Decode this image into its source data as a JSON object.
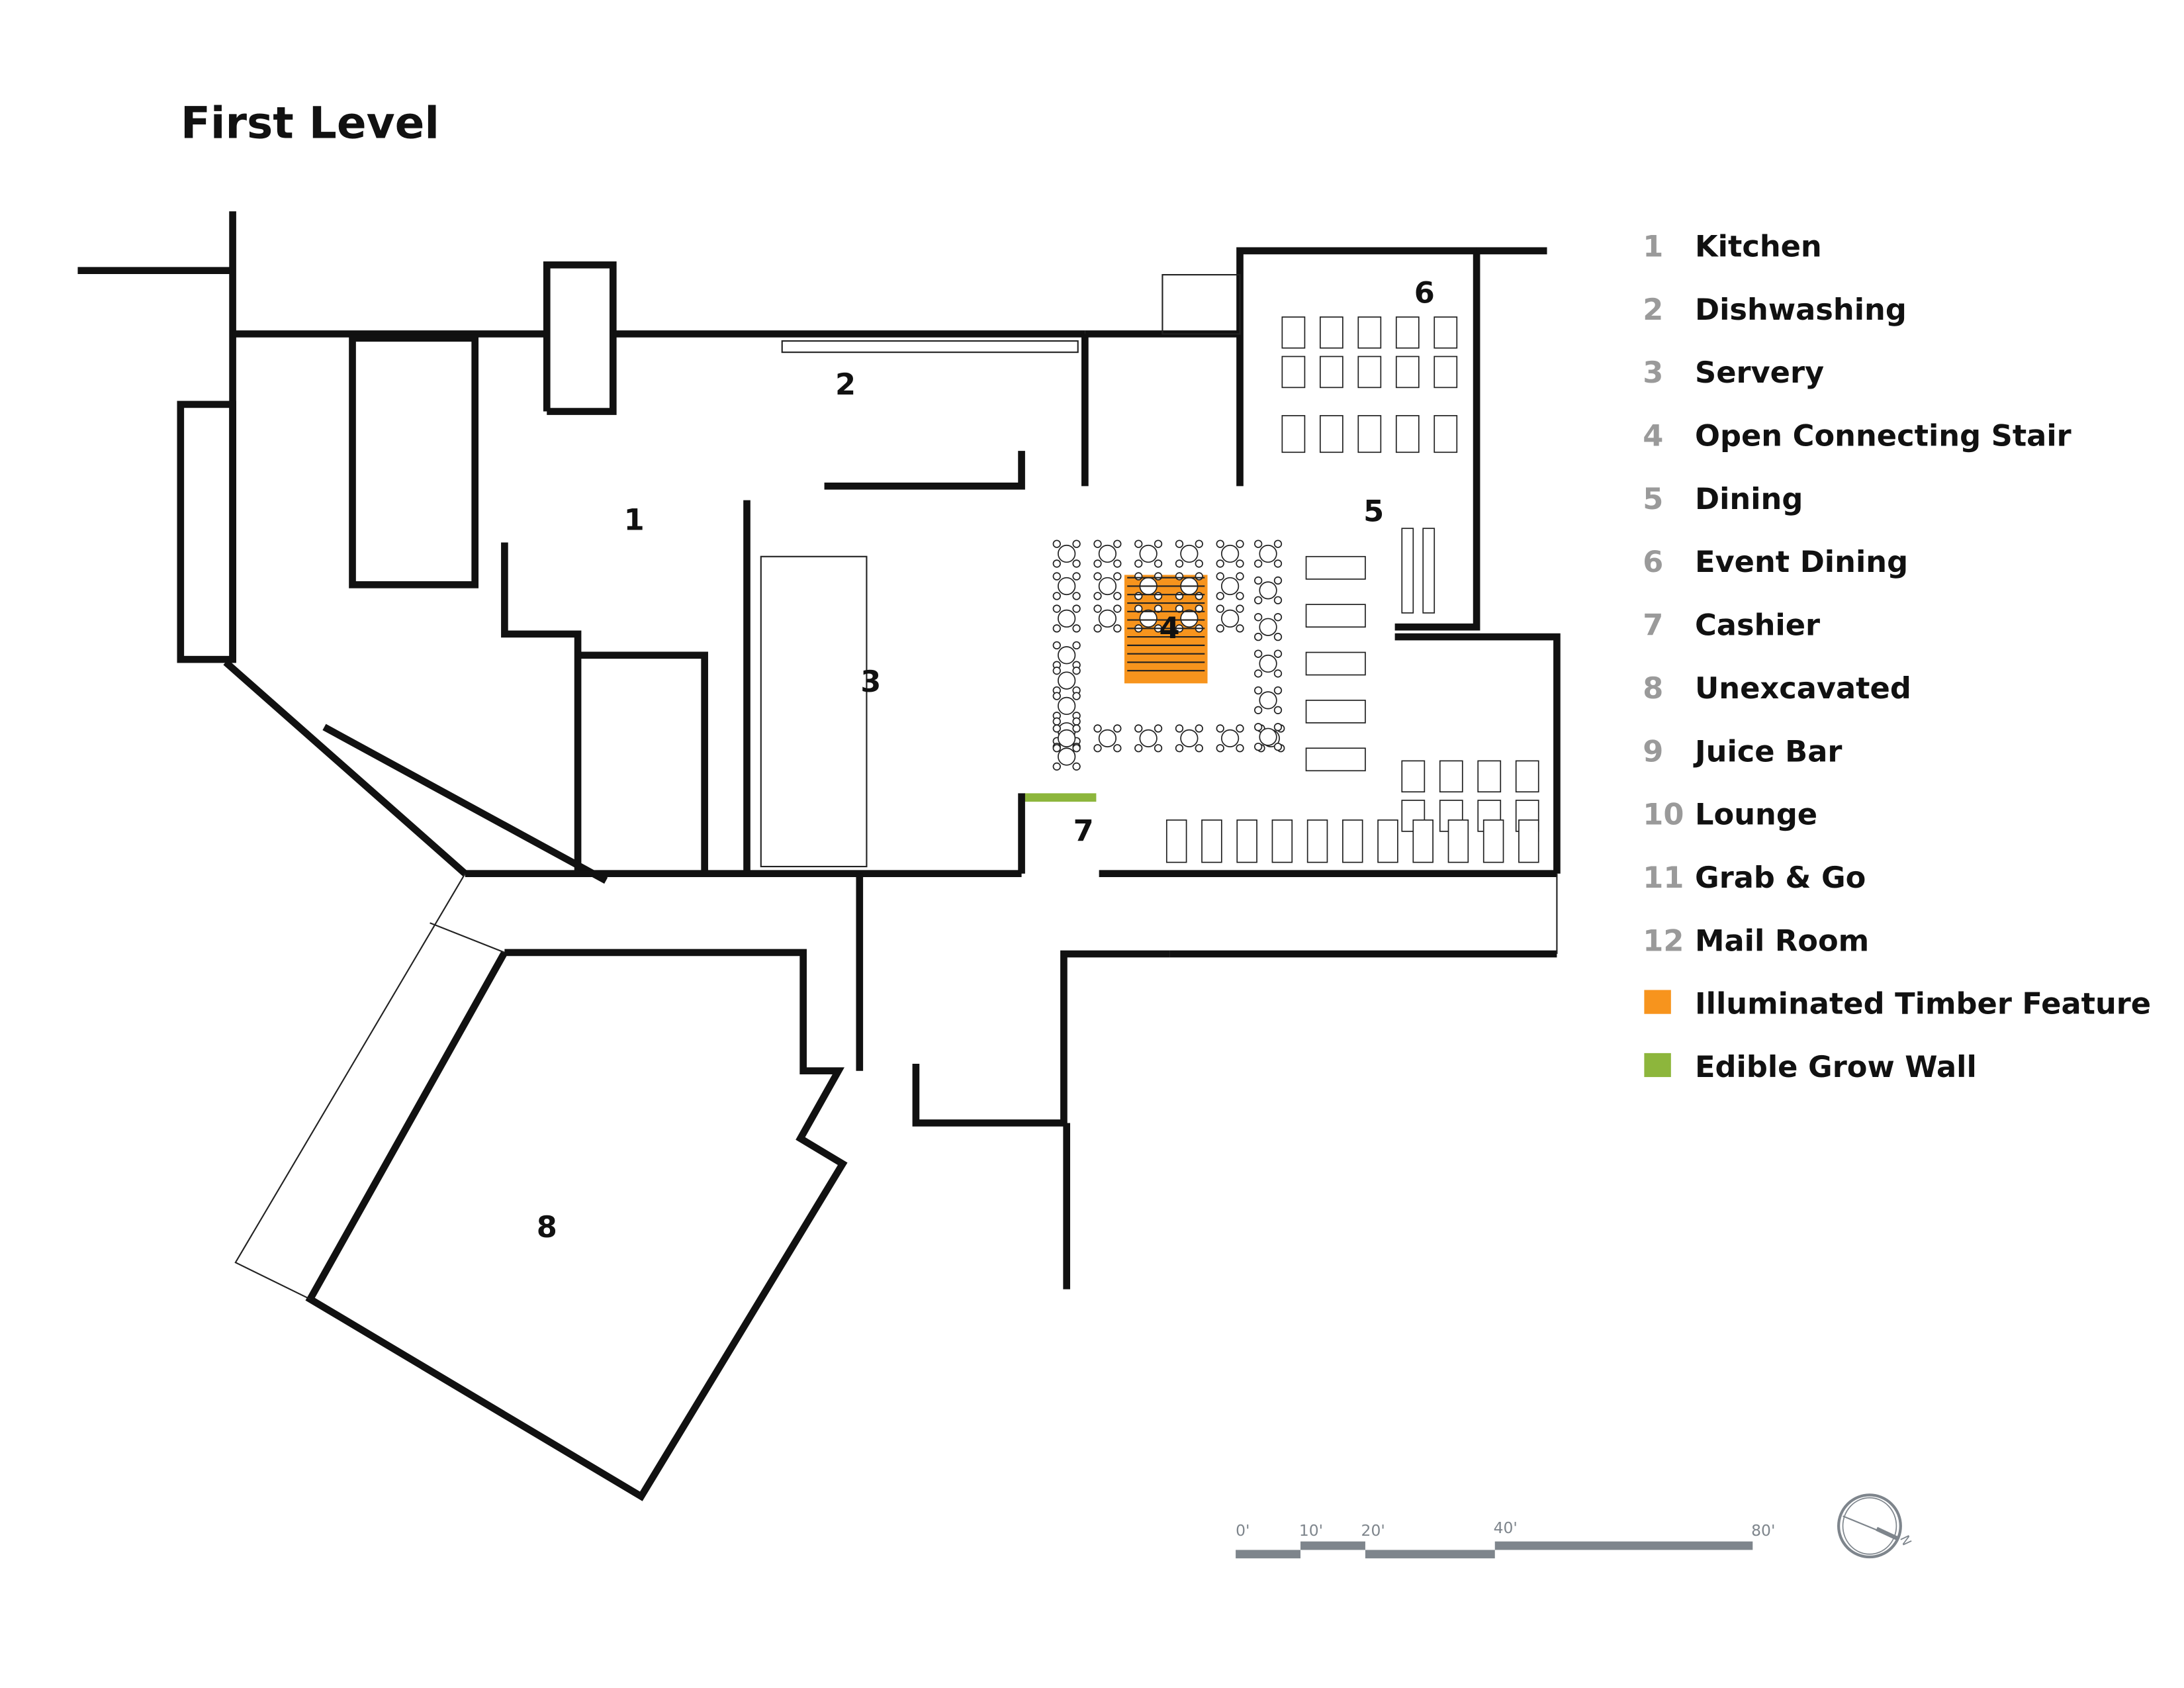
{
  "title": "First Level",
  "legend": [
    {
      "num": "1",
      "label": "Kitchen"
    },
    {
      "num": "2",
      "label": "Dishwashing"
    },
    {
      "num": "3",
      "label": "Servery"
    },
    {
      "num": "4",
      "label": "Open Connecting Stair"
    },
    {
      "num": "5",
      "label": "Dining"
    },
    {
      "num": "6",
      "label": "Event Dining"
    },
    {
      "num": "7",
      "label": "Cashier"
    },
    {
      "num": "8",
      "label": "Unexcavated"
    },
    {
      "num": "9",
      "label": "Juice Bar"
    },
    {
      "num": "10",
      "label": "Lounge"
    },
    {
      "num": "11",
      "label": "Grab & Go"
    },
    {
      "num": "12",
      "label": "Mail Room"
    }
  ],
  "swatches": [
    {
      "label": "Illuminated Timber Feature",
      "color": "#F7941D"
    },
    {
      "label": "Edible Grow Wall",
      "color": "#8DB63C"
    }
  ],
  "rooms": {
    "r1": "1",
    "r2": "2",
    "r3": "3",
    "r4": "4",
    "r5": "5",
    "r6": "6",
    "r7": "7",
    "r8": "8"
  },
  "scale": {
    "labels": [
      "0'",
      "10'",
      "20'",
      "40'",
      "80'"
    ],
    "color": "#7E858C"
  },
  "compass": {
    "label": "N"
  }
}
